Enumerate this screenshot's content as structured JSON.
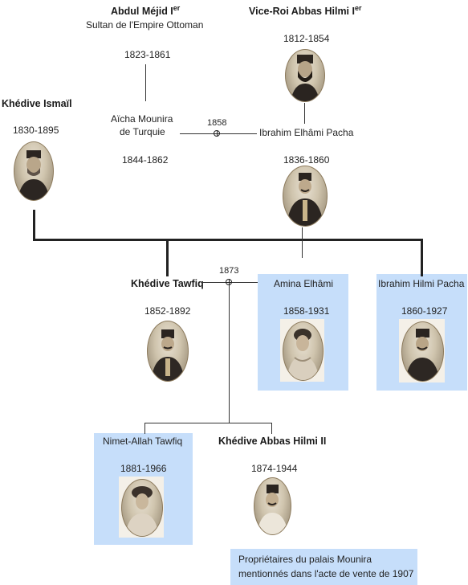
{
  "people": {
    "abdul_mejid": {
      "name": "Abdul Méjid I",
      "sup": "er",
      "title": "Sultan de l'Empire Ottoman",
      "dates": "1823-1861"
    },
    "abbas_hilmi_i": {
      "name": "Vice-Roi Abbas Hilmi I",
      "sup": "er",
      "dates": "1812-1854"
    },
    "ismail": {
      "name": "Khédive Ismaïl",
      "dates": "1830-1895"
    },
    "aicha": {
      "name_line1": "Aïcha Mounira",
      "name_line2": "de Turquie",
      "dates": "1844-1862"
    },
    "ibrahim_elhami": {
      "name": "Ibrahim Elhâmi Pacha",
      "dates": "1836-1860"
    },
    "tawfiq": {
      "name": "Khédive Tawfiq",
      "dates": "1852-1892"
    },
    "amina": {
      "name": "Amina Elhâmi",
      "dates": "1858-1931"
    },
    "ibrahim_hilmi": {
      "name": "Ibrahim Hilmi Pacha",
      "dates": "1860-1927"
    },
    "nimet": {
      "name": "Nimet-Allah Tawfiq",
      "dates": "1881-1966"
    },
    "abbas_hilmi_ii": {
      "name": "Khédive Abbas Hilmi II",
      "dates": "1874-1944"
    }
  },
  "marriages": {
    "aicha_ibrahim": "1858",
    "tawfiq_amina": "1873"
  },
  "legend": {
    "line1": "Propriétaires du palais Mounira",
    "line2": "mentionnés dans l'acte de  vente de 1907"
  },
  "colors": {
    "highlight": "#c6defa",
    "line": "#222222"
  }
}
